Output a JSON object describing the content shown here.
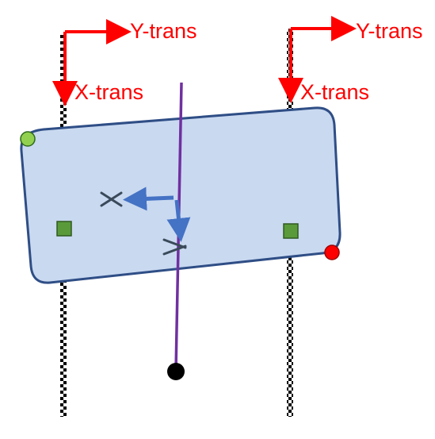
{
  "labels": {
    "left_y_trans": "Y-trans",
    "left_x_trans": "X-trans",
    "right_y_trans": "Y-trans",
    "right_x_trans": "X-trans"
  },
  "colors": {
    "label_red": "#ff0000",
    "body_fill": "#c9d9f0",
    "body_stroke": "#2f4e86",
    "center_line": "#7030a0",
    "motion_arrow": "#4472c4",
    "marker_square": "#5a9a3a",
    "corner_green": "#92d050",
    "corner_red": "#ff0000",
    "pivot_dot": "#000000",
    "cross_mark": "#3a4a5a"
  },
  "icons": {
    "corner_left": "green-circle-marker",
    "corner_right": "red-circle-marker",
    "axis_marker": "green-square-marker",
    "cross": "x-cross-marker"
  }
}
